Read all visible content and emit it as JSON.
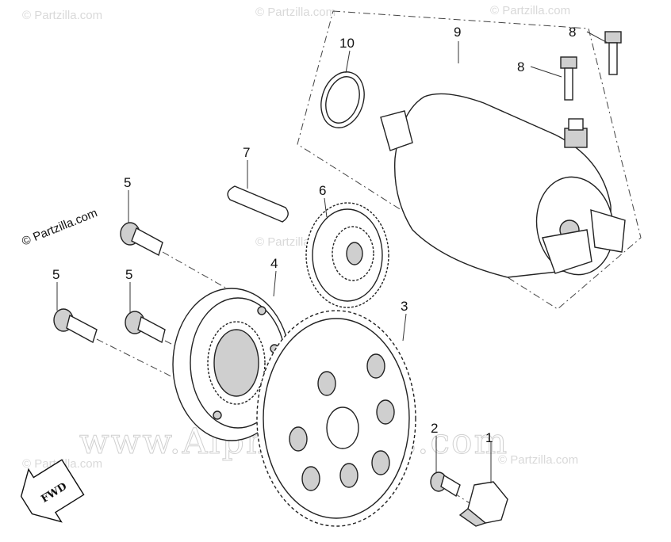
{
  "diagram": {
    "callouts": [
      {
        "id": "1",
        "label": "1"
      },
      {
        "id": "2",
        "label": "2"
      },
      {
        "id": "3",
        "label": "3"
      },
      {
        "id": "4",
        "label": "4"
      },
      {
        "id": "5a",
        "label": "5"
      },
      {
        "id": "5b",
        "label": "5"
      },
      {
        "id": "5c",
        "label": "5"
      },
      {
        "id": "6",
        "label": "6"
      },
      {
        "id": "7",
        "label": "7"
      },
      {
        "id": "8a",
        "label": "8"
      },
      {
        "id": "8b",
        "label": "8"
      },
      {
        "id": "9",
        "label": "9"
      },
      {
        "id": "10",
        "label": "10"
      }
    ],
    "credit": "© Partzilla.com",
    "watermark_small": "© Partzilla.com",
    "watermark_large": "www.AlphaSports.com",
    "direction_label": "FWD"
  }
}
